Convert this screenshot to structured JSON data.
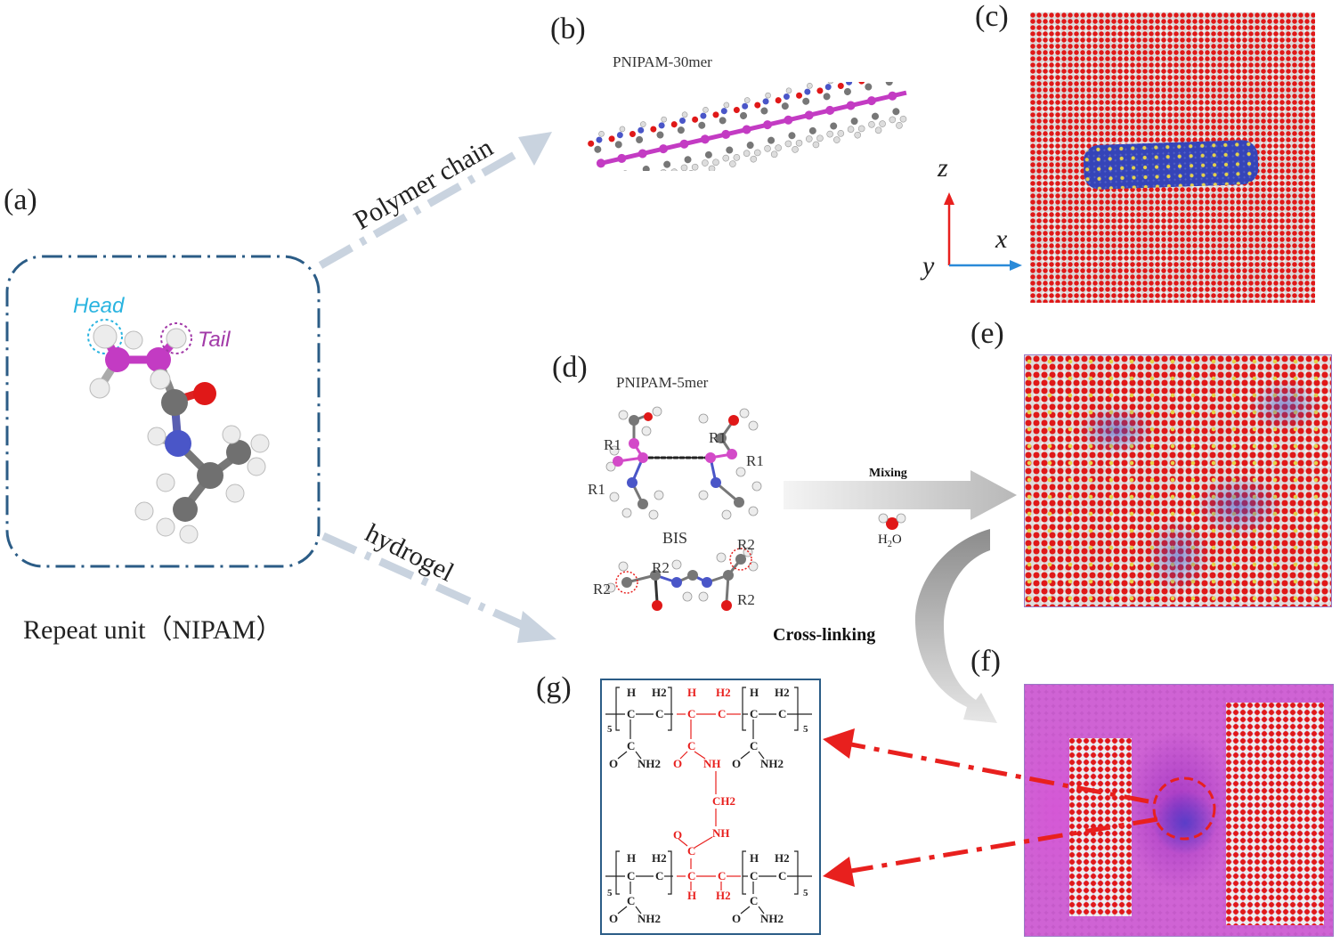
{
  "panels": {
    "a": "(a)",
    "b": "(b)",
    "c": "(c)",
    "d": "(d)",
    "e": "(e)",
    "f": "(f)",
    "g": "(g)"
  },
  "repeat_unit": {
    "caption": "Repeat unit（NIPAM）",
    "head_label": "Head",
    "tail_label": "Tail"
  },
  "arrows": {
    "polymer_chain": "Polymer chain",
    "hydrogel": "hydrogel",
    "mixing": "Mixing",
    "cross_linking": "Cross-linking"
  },
  "chain": {
    "title": "PNIPAM-30mer"
  },
  "axes": {
    "z": "z",
    "x": "x",
    "y": "y"
  },
  "five_mer": {
    "title": "PNIPAM-5mer",
    "r1": "R1",
    "bis_label": "BIS",
    "r2": "R2"
  },
  "water": {
    "h": "H",
    "sub": "2",
    "o": "O"
  },
  "formula": {
    "H": "H",
    "H2": "H2",
    "C": "C",
    "O": "O",
    "NH": "NH",
    "NH2": "NH2",
    "CH2": "CH2",
    "n": "5"
  },
  "colors": {
    "box_border": "#2b5c86",
    "arrow_gray": "#c9d3df",
    "red": "#e8201e",
    "head": "#2ab4e0",
    "tail": "#a23aa8",
    "magenta": "#c33bc3",
    "blue_atom": "#4a56c8",
    "gray_atom": "#777777"
  }
}
